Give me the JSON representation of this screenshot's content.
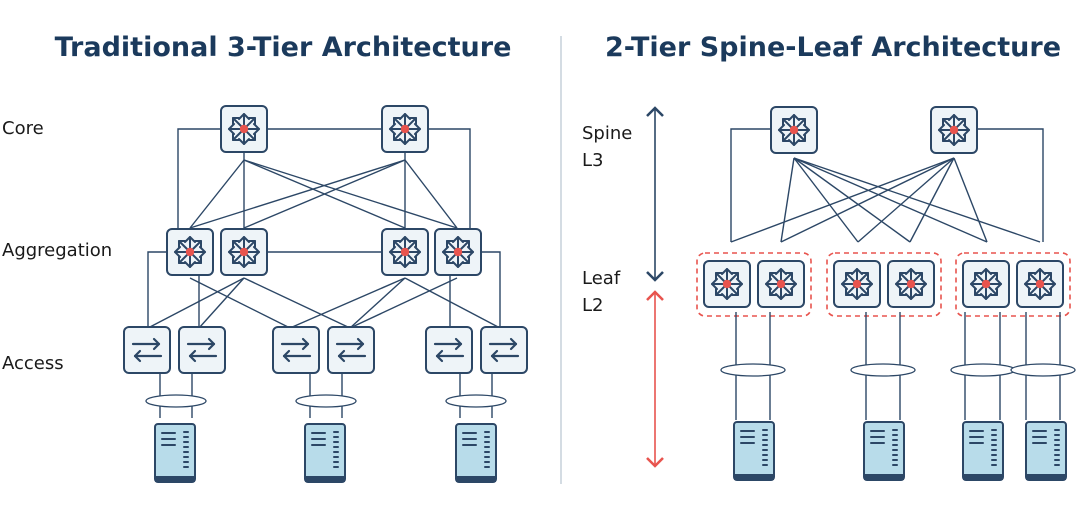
{
  "left": {
    "title": "Traditional 3-Tier Architecture",
    "tiers": {
      "core": "Core",
      "aggregation": "Aggregation",
      "access": "Access"
    }
  },
  "right": {
    "title": "2-Tier Spine-Leaf Architecture",
    "spine": {
      "name": "Spine",
      "layer": "L3"
    },
    "leaf": {
      "name": "Leaf",
      "layer": "L2"
    }
  },
  "colors": {
    "title": "#1b3a5c",
    "line": "#2c4766",
    "router_fill": "#eef4f8",
    "router_center": "#e8544e",
    "server_fill": "#b8dcea",
    "leaf_pair_outline": "#e8544e",
    "l3_arrow": "#2c4766",
    "l2_arrow": "#e8544e"
  },
  "icons": {
    "router": "router-icon",
    "switch": "switch-icon",
    "server": "server-icon",
    "link_aggregation": "link-aggregation-ellipse"
  }
}
